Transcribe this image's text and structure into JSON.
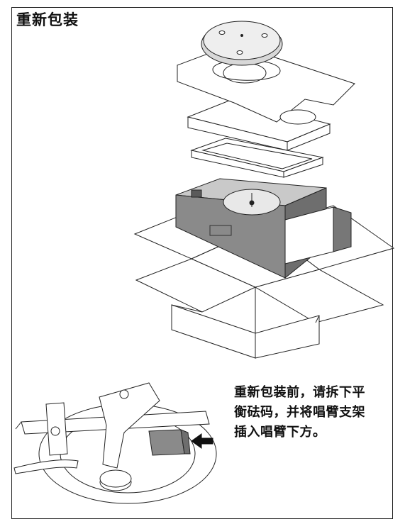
{
  "page": {
    "title": "重新包装",
    "instruction_lines": [
      "重新包装前，请拆下平",
      "衡砝码，并将唱臂支架",
      "插入唱臂下方。"
    ]
  },
  "illustrations": [
    {
      "name": "repacking-exploded-diagram",
      "description": "turntable repacking exploded view"
    },
    {
      "name": "tonearm-holder-diagram",
      "description": "tonearm holder insertion"
    }
  ]
}
